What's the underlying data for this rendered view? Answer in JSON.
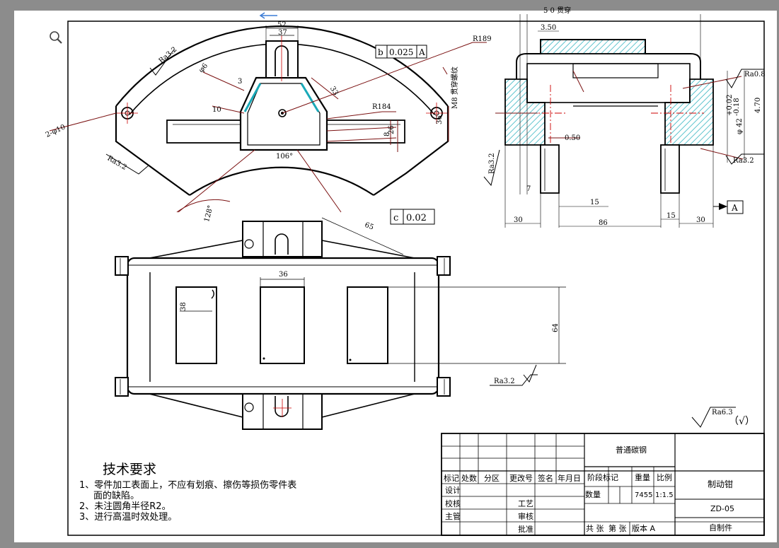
{
  "viewer": {
    "zoom_icon": "magnifier-icon"
  },
  "colors": {
    "leader": "#7a1010",
    "centerline": "#cc0000",
    "hatch": "#19a9b8",
    "outline": "#000000",
    "sheet": "#ffffff",
    "background": "#8c8c8c"
  },
  "front_view": {
    "flatness": {
      "symbol": "b",
      "value": "0.025",
      "datum": "A"
    },
    "dims": {
      "d52": "52",
      "d37": "37",
      "d3": "3",
      "d33": "33",
      "d10": "10",
      "d26": "26",
      "d8": "8",
      "d36": "36",
      "angle106": "106°",
      "angle128": "128°",
      "r184": "R184",
      "r189": "R189",
      "holes": "2-φ10",
      "phi6": "φ6"
    },
    "roughness_left_top": "Ra3.2",
    "roughness_left_bottom": "Ra3.2"
  },
  "side_view": {
    "dims": {
      "d350": "3.50",
      "d050": "0.50",
      "d7": "7",
      "d15a": "15",
      "d15b": "15",
      "d30a": "30",
      "d30b": "30",
      "d86": "86",
      "tol_plus": "+0.02",
      "tol_minus": "-0.18",
      "phi42": "φ 42",
      "d470": "4.70",
      "top_label": "5 0 贯穿",
      "center_note": "M8 贯穿螺纹"
    },
    "roughness_left": "Ra3.2",
    "roughness_right_top": "Ra0.8",
    "roughness_right_bottom": "Ra3.2",
    "datum": "A"
  },
  "top_view": {
    "parallelism": {
      "symbol": "c",
      "value": "0.02"
    },
    "dims": {
      "d36": "36",
      "d64": "64",
      "d38": "38",
      "d65": "65"
    },
    "roughness": "Ra3.2"
  },
  "general_roughness": {
    "value": "Ra6.3",
    "check": "（√）"
  },
  "tech_notes": {
    "title": "技术要求",
    "items": [
      "1、零件加工表面上，不应有划痕、擦伤等损伤零件表",
      "面的缺陷。",
      "2、未注圆角半径R2。",
      "3、进行高温时效处理。"
    ]
  },
  "title_block": {
    "material": "普通碳钢",
    "headers": [
      "标记",
      "处数",
      "分区",
      "更改号",
      "签名",
      "年月日"
    ],
    "stage_label": "阶段标记",
    "weight_label": "重量",
    "scale_label": "比例",
    "quantity_label": "数量",
    "weight_value": "7455",
    "scale_value": "1:1.5",
    "part_name": "制动钳",
    "drawing_no": "ZD-05",
    "source": "自制件",
    "rows_left": [
      "设计",
      "校核",
      "主管"
    ],
    "rows_mid": [
      "工艺",
      "审核",
      "批准"
    ],
    "sheets_total": "共 张",
    "sheet_no": "第 张",
    "version": "版本 A"
  }
}
